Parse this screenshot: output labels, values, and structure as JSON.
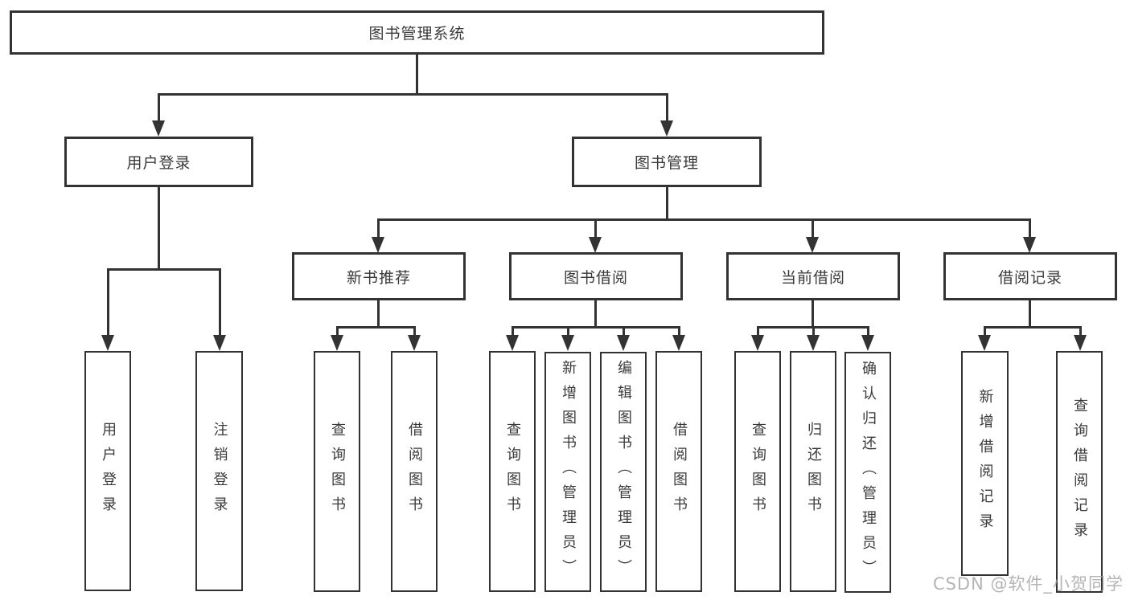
{
  "diagram": {
    "type": "hierarchy-tree",
    "root": "图书管理系统",
    "level2": [
      "用户登录",
      "图书管理"
    ],
    "level3": [
      "新书推荐",
      "图书借阅",
      "当前借阅",
      "借阅记录"
    ],
    "leaves": {
      "login": [
        "用户登录",
        "注销登录"
      ],
      "recommend": [
        "查询图书",
        "借阅图书"
      ],
      "borrow": [
        "查询图书",
        "新增图书（管理员）",
        "编辑图书（管理员）",
        "借阅图书"
      ],
      "current": [
        "查询图书",
        "归还图书",
        "确认归还（管理员）"
      ],
      "records": [
        "新增借阅记录",
        "查询借阅记录"
      ]
    },
    "edges": [
      [
        "图书管理系统",
        "用户登录"
      ],
      [
        "图书管理系统",
        "图书管理"
      ],
      [
        "用户登录",
        "用户登录"
      ],
      [
        "用户登录",
        "注销登录"
      ],
      [
        "图书管理",
        "新书推荐"
      ],
      [
        "图书管理",
        "图书借阅"
      ],
      [
        "图书管理",
        "当前借阅"
      ],
      [
        "图书管理",
        "借阅记录"
      ],
      [
        "新书推荐",
        "查询图书"
      ],
      [
        "新书推荐",
        "借阅图书"
      ],
      [
        "图书借阅",
        "查询图书"
      ],
      [
        "图书借阅",
        "新增图书（管理员）"
      ],
      [
        "图书借阅",
        "编辑图书（管理员）"
      ],
      [
        "图书借阅",
        "借阅图书"
      ],
      [
        "当前借阅",
        "查询图书"
      ],
      [
        "当前借阅",
        "归还图书"
      ],
      [
        "当前借阅",
        "确认归还（管理员）"
      ],
      [
        "借阅记录",
        "新增借阅记录"
      ],
      [
        "借阅记录",
        "查询借阅记录"
      ]
    ]
  },
  "watermark": "CSDN @软件_小贺同学",
  "colors": {
    "line": "#333333",
    "box_border": "#333333",
    "text": "#3a3a3a",
    "watermark": "#9c9c9c",
    "background": "#ffffff"
  }
}
